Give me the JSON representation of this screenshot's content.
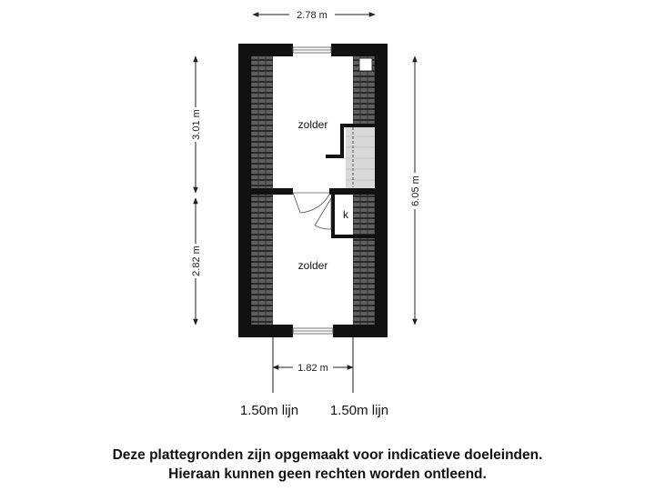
{
  "dimensions": {
    "top_width": "2.78 m",
    "left_upper_height": "3.01 m",
    "left_lower_height": "2.82 m",
    "right_total_height": "6.05 m",
    "bottom_inner_width": "1.82 m"
  },
  "rooms": {
    "upper": "zolder",
    "lower": "zolder",
    "closet": "k"
  },
  "lines": {
    "left": "1.50m lijn",
    "right": "1.50m lijn"
  },
  "disclaimer": {
    "line1": "Deze plattegronden zijn opgemaakt voor indicatieve doeleinden.",
    "line2": "Hieraan kunnen geen rechten worden ontleend."
  },
  "colors": {
    "wall": "#111111",
    "roof_hatch": "#6b6b6b",
    "stair": "#d6d6d6",
    "window": "#cfe6f2"
  }
}
